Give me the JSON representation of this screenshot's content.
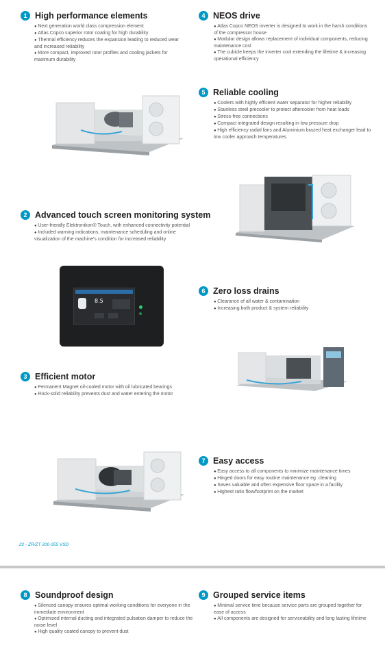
{
  "sections": [
    {
      "num": "1",
      "title": "High performance elements",
      "items": [
        "Next generation world class compression element",
        "Atlas Copco superior rotor coating for high durability",
        "Thermal efficiency reduces the expansion leading to reduced wear and increased reliability",
        "More compact, improved rotor profiles and cooling jackets for maximum durability"
      ]
    },
    {
      "num": "2",
      "title": "Advanced touch screen monitoring system",
      "items": [
        "User-friendly Elektronikon® Touch, with enhanced connectivity potential",
        "Included warning indications, maintenance scheduling and online visualization of the machine's condition for increased reliability"
      ]
    },
    {
      "num": "3",
      "title": "Efficient motor",
      "items": [
        "Permanent Magnet oil-cooled motor with oil lubricated bearings",
        "Rock-solid reliability prevents dust and water entering the motor"
      ]
    },
    {
      "num": "4",
      "title": "NEOS drive",
      "items": [
        "Atlas Copco NEOS inverter is designed to work in the harsh conditions of the compressor house",
        "Modular design allows replacement of individual components, reducing maintenance cost",
        "The cubicle keeps the inverter cool extending the lifetime & increasing operational efficiency"
      ]
    },
    {
      "num": "5",
      "title": "Reliable cooling",
      "items": [
        "Coolers with highly efficient water separator for higher reliability",
        "Stainless steel precooler to protect aftercooler from heat loads",
        "Stress-free connections",
        "Compact integrated design resulting in low pressure drop",
        "High efficiency radial fans and Aluminium brazed heat exchanger lead to low cooler approach temperatures"
      ]
    },
    {
      "num": "6",
      "title": "Zero loss drains",
      "items": [
        "Clearance of all water & contamination",
        "Increasing both product & system reliability"
      ]
    },
    {
      "num": "7",
      "title": "Easy access",
      "items": [
        "Easy access to all components to minimize maintenance times",
        "Hinged doors for easy routine maintenance eg. cleaning",
        "Saves valuable and often expensive floor space in a facility",
        "Highest ratio flow/footprint on the market"
      ]
    },
    {
      "num": "8",
      "title": "Soundproof design",
      "items": [
        "Silenced canopy ensures optimal working conditions for everyone in the immediate environment",
        "Optimized internal ducting and integrated pulsation damper to reduce the noise level",
        "High quality coated canopy to prevent dust"
      ]
    },
    {
      "num": "9",
      "title": "Grouped service items",
      "items": [
        "Minimal service time because service parts are grouped together for ease of access",
        "All components are designed for serviceability and long lasting lifetime"
      ]
    }
  ],
  "footer": "22 - ZR/ZT 200-355 VSD",
  "screen": {
    "value": "8.5"
  },
  "colors": {
    "accent": "#0099c5",
    "title": "#222222",
    "text": "#555555",
    "divider": "#c8c8c8"
  }
}
